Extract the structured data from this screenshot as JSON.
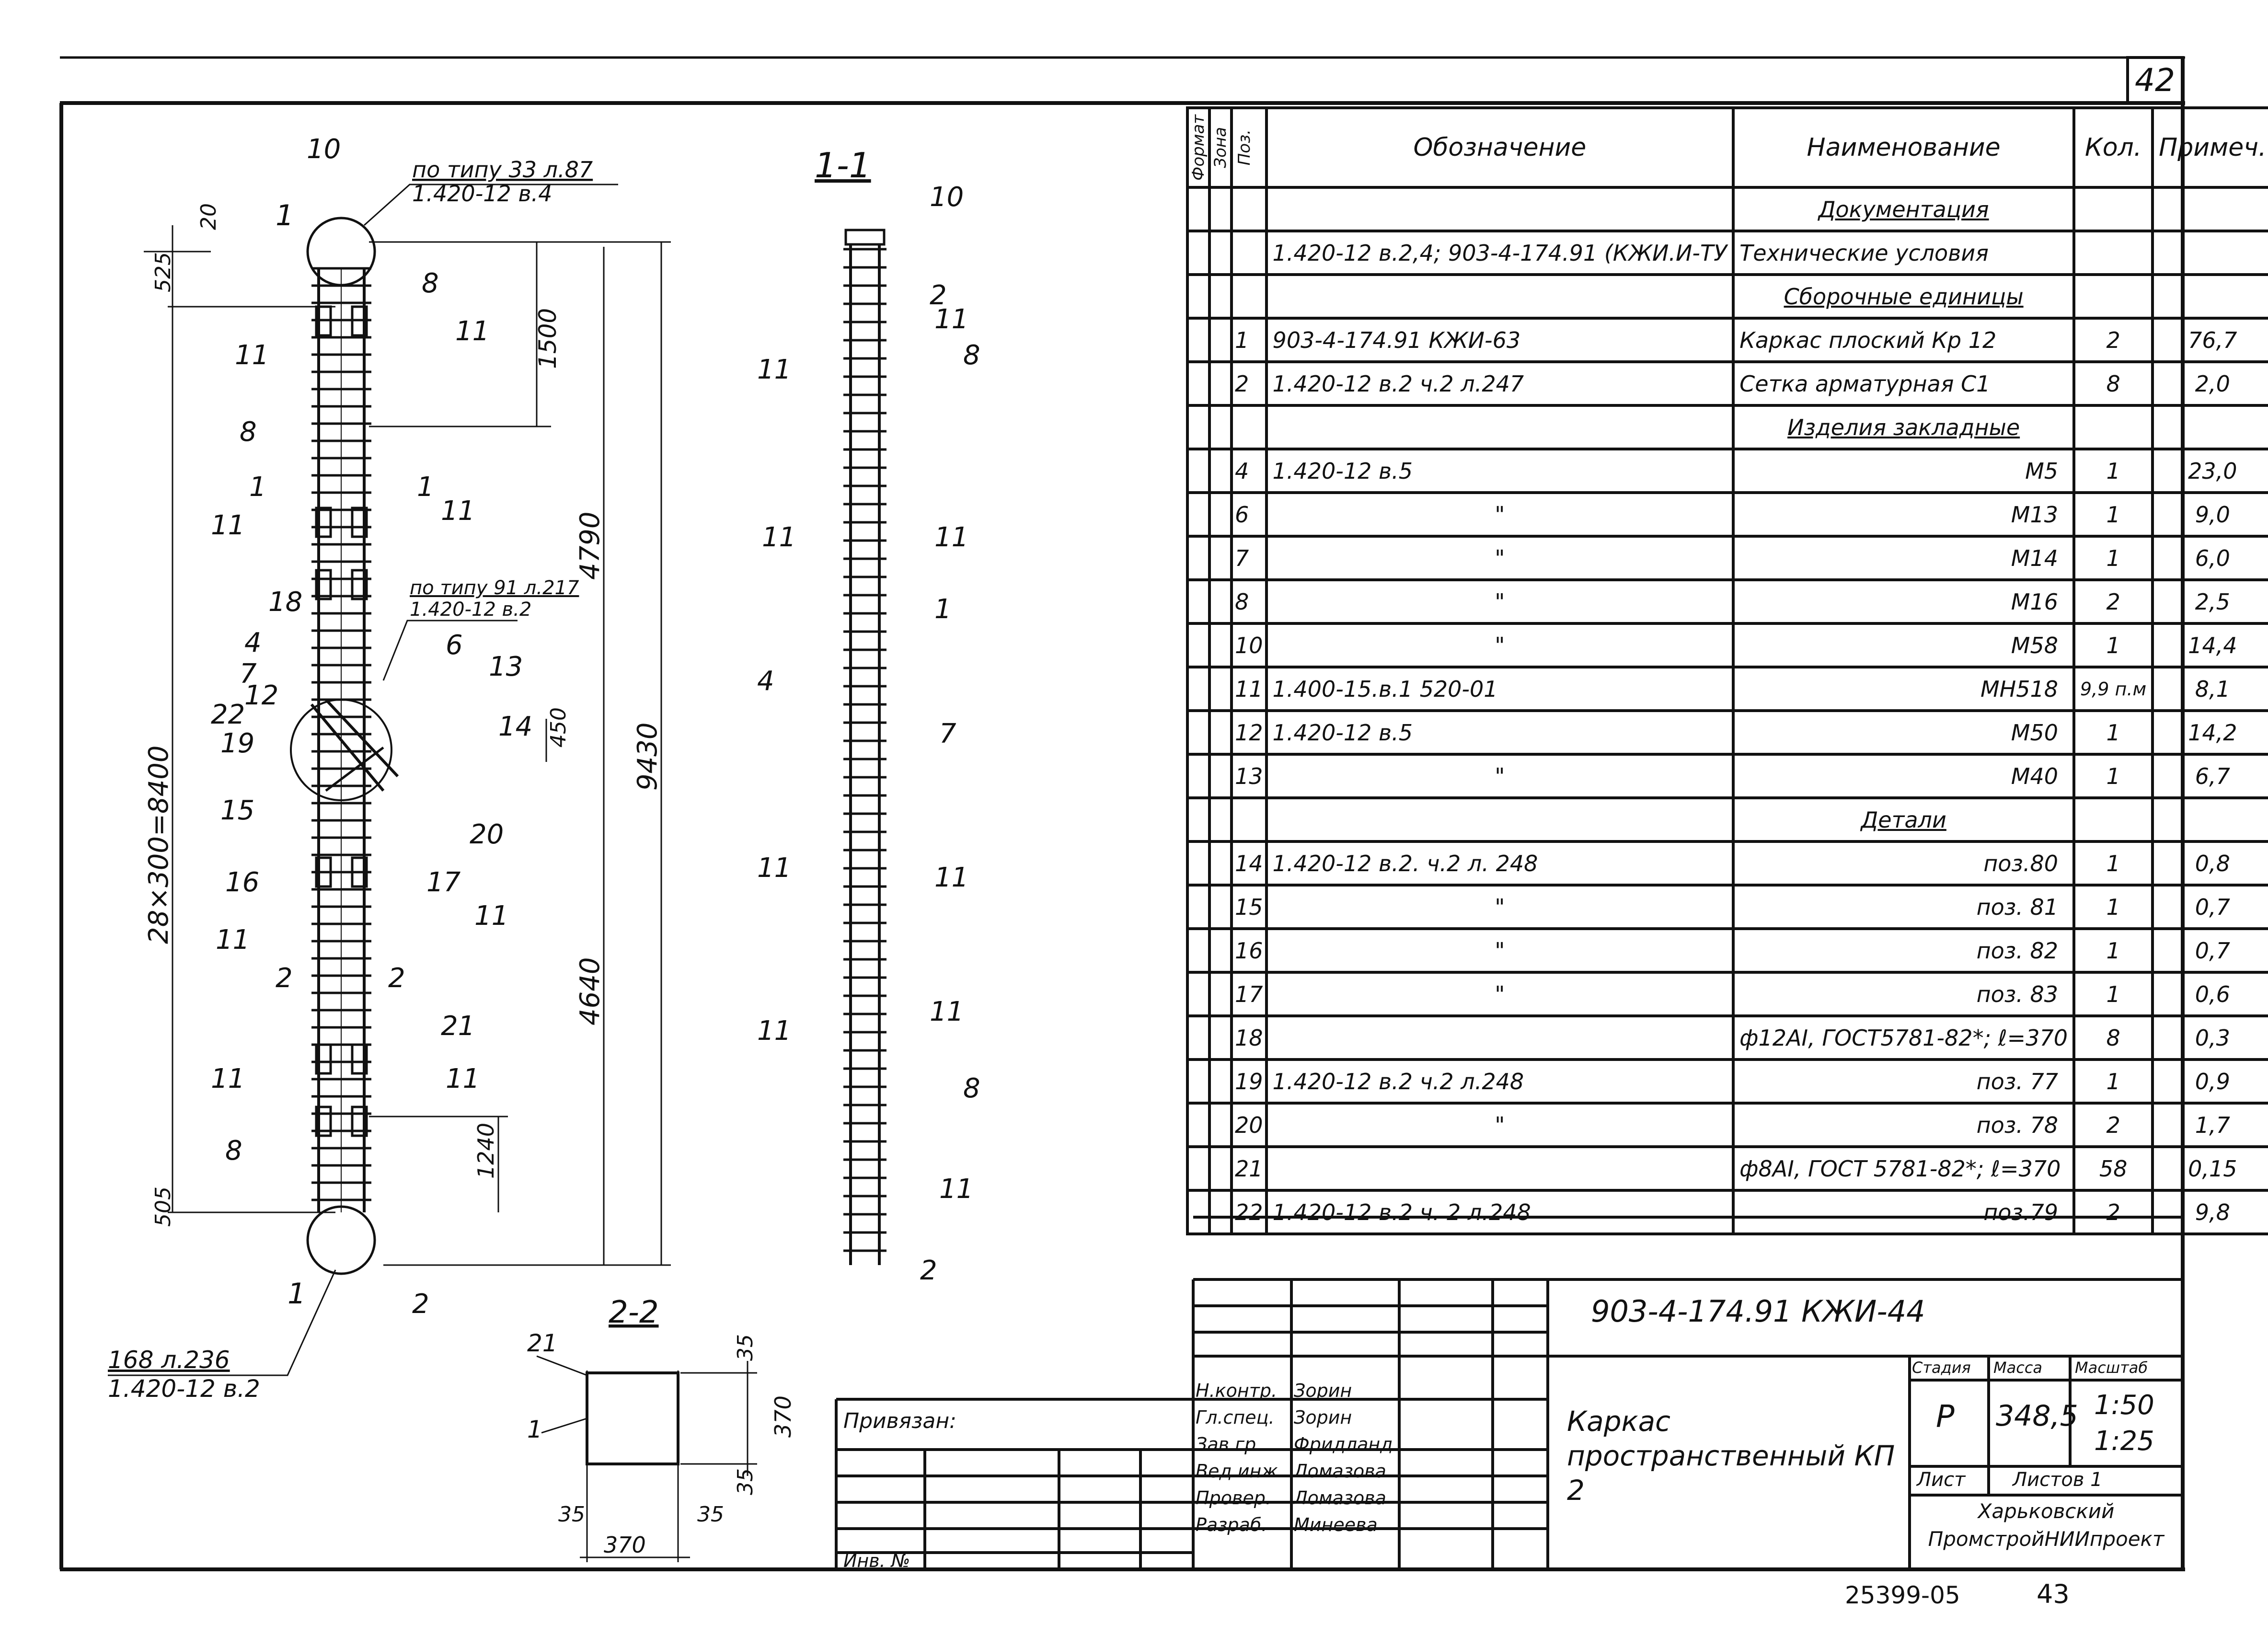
{
  "sheet": {
    "page_number": "42",
    "bottom_stamp": "25399-05",
    "bottom_stamp_page": "43"
  },
  "drawing_labels": {
    "title_main": "",
    "section_1_1": "1-1",
    "section_2_2": "2-2",
    "ref_top": "по типу 33 л.87",
    "ref_top_2": "1.420-12 в.4",
    "ref_mid": "по типу 91 л.217",
    "ref_mid_2": "1.420-12 в.2",
    "ref_bottom": "168 л.236",
    "ref_bottom_2": "1.420-12 в.2",
    "cut_label": "1",
    "cut_label_2": "2",
    "dims": {
      "d20": "20",
      "d525": "525",
      "d1500": "1500",
      "d4790": "4790",
      "d9430": "9430",
      "d450": "450",
      "d_pitch": "28×300=8400",
      "d4640": "4640",
      "d1240": "1240",
      "d505": "505",
      "d35a": "35",
      "d370a": "370",
      "d35b": "35",
      "d35c": "35",
      "d35d": "35",
      "d370b": "370"
    },
    "pos_numbers": [
      "10",
      "8",
      "11",
      "11",
      "8",
      "1",
      "1",
      "11",
      "11",
      "18",
      "4",
      "6",
      "7",
      "13",
      "12",
      "22",
      "14",
      "19",
      "15",
      "20",
      "16",
      "17",
      "11",
      "11",
      "2",
      "21",
      "11",
      "11",
      "8",
      "2",
      "21",
      "1",
      "10",
      "2",
      "11",
      "11",
      "8",
      "11",
      "11",
      "1",
      "4",
      "7",
      "11",
      "11",
      "11",
      "11",
      "8",
      "11",
      "2"
    ]
  },
  "spec_table": {
    "headers": {
      "format": "Формат",
      "zone": "Зона",
      "pos": "Поз.",
      "designation": "Обозначение",
      "name": "Наименование",
      "qty": "Кол.",
      "note": "Примеч."
    },
    "rows": [
      {
        "pos": "",
        "designation": "",
        "name": "Документация",
        "qty": "",
        "note": "",
        "section": true
      },
      {
        "pos": "",
        "designation": "1.420-12 в.2,4; 903-4-174.91 (КЖИ.И-ТУ",
        "name": "Технические условия",
        "qty": "",
        "note": ""
      },
      {
        "pos": "",
        "designation": "",
        "name": "Сборочные единицы",
        "qty": "",
        "note": "",
        "section": true
      },
      {
        "pos": "1",
        "designation": "903-4-174.91      КЖИ-63",
        "name": "Каркас плоский  Кр 12",
        "qty": "2",
        "note": "76,7"
      },
      {
        "pos": "2",
        "designation": "1.420-12 в.2 ч.2  л.247",
        "name": "Сетка арматурная  С1",
        "qty": "8",
        "note": "2,0"
      },
      {
        "pos": "",
        "designation": "",
        "name": "Изделия закладные",
        "qty": "",
        "note": "",
        "section": true
      },
      {
        "pos": "4",
        "designation": "1.420-12 в.5",
        "name": "М5",
        "qty": "1",
        "note": "23,0"
      },
      {
        "pos": "6",
        "designation": "\"",
        "name": "М13",
        "qty": "1",
        "note": "9,0"
      },
      {
        "pos": "7",
        "designation": "\"",
        "name": "М14",
        "qty": "1",
        "note": "6,0"
      },
      {
        "pos": "8",
        "designation": "\"",
        "name": "М16",
        "qty": "2",
        "note": "2,5"
      },
      {
        "pos": "10",
        "designation": "\"",
        "name": "М58",
        "qty": "1",
        "note": "14,4"
      },
      {
        "pos": "11",
        "designation": "1.400-15.в.1 520-01",
        "name": "МН518",
        "qty": "9,9 п.м",
        "note": "8,1"
      },
      {
        "pos": "12",
        "designation": "1.420-12 в.5",
        "name": "М50",
        "qty": "1",
        "note": "14,2"
      },
      {
        "pos": "13",
        "designation": "\"",
        "name": "М40",
        "qty": "1",
        "note": "6,7"
      },
      {
        "pos": "",
        "designation": "",
        "name": "Детали",
        "qty": "",
        "note": "",
        "section": true
      },
      {
        "pos": "14",
        "designation": "1.420-12 в.2. ч.2 л. 248",
        "name": "поз.80",
        "qty": "1",
        "note": "0,8"
      },
      {
        "pos": "15",
        "designation": "\"",
        "name": "поз. 81",
        "qty": "1",
        "note": "0,7"
      },
      {
        "pos": "16",
        "designation": "\"",
        "name": "поз. 82",
        "qty": "1",
        "note": "0,7"
      },
      {
        "pos": "17",
        "designation": "\"",
        "name": "поз. 83",
        "qty": "1",
        "note": "0,6"
      },
      {
        "pos": "18",
        "designation": "",
        "name": "ф12АI, ГОСТ5781-82*; ℓ=370",
        "qty": "8",
        "note": "0,3"
      },
      {
        "pos": "19",
        "designation": "1.420-12 в.2 ч.2 л.248",
        "name": "поз. 77",
        "qty": "1",
        "note": "0,9"
      },
      {
        "pos": "20",
        "designation": "\"",
        "name": "поз. 78",
        "qty": "2",
        "note": "1,7"
      },
      {
        "pos": "21",
        "designation": "",
        "name": "ф8АI, ГОСТ 5781-82*; ℓ=370",
        "qty": "58",
        "note": "0,15"
      },
      {
        "pos": "22",
        "designation": "1.420-12 в.2 ч. 2 л.248",
        "name": "поз.79",
        "qty": "2",
        "note": "9,8"
      }
    ]
  },
  "title_block": {
    "doc_code": "903-4-174.91      КЖИ-44",
    "attached": "Привязан:",
    "inv_no": "Инв. №",
    "roles": [
      "Н.контр.",
      "Гл.спец.",
      "Зав.гр.",
      "Вед.инж.",
      "Провер.",
      "Разраб."
    ],
    "names": [
      "Зорин",
      "Зорин",
      "Фридланд",
      "Ломазова",
      "Ломазова",
      "Минеева"
    ],
    "product_name": "Каркас пространственный КП 2",
    "stage_label": "Стадия",
    "mass_label": "Масса",
    "scale_label": "Масштаб",
    "stage": "Р",
    "mass": "348,5",
    "scale_1": "1:50",
    "scale_2": "1:25",
    "sheet_label": "Лист",
    "sheets_label": "Листов 1",
    "org": "Харьковский ПромстройНИИпроект"
  }
}
